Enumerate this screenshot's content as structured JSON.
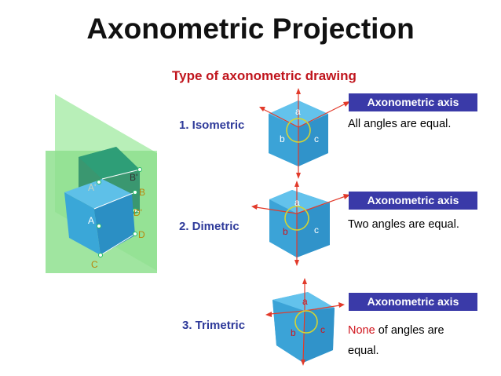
{
  "title": "Axonometric  Projection",
  "subtitle": "Type of axonometric drawing",
  "types": [
    {
      "label": "1. Isometric",
      "axis_box": "Axonometric axis",
      "description": "All angles are equal.",
      "a": "a",
      "b": "b",
      "c": "c"
    },
    {
      "label": "2. Dimetric",
      "axis_box": "Axonometric axis",
      "description": "Two angles are equal.",
      "a": "a",
      "b": "b",
      "c": "c"
    },
    {
      "label": "3. Trimetric",
      "axis_box": "Axonometric axis",
      "description_highlight": "None",
      "description_rest": " of angles are",
      "description_line2": "equal.",
      "a": "a",
      "b": "b",
      "c": "c"
    }
  ],
  "left_figure": {
    "labels": {
      "A_prime": "A'",
      "B_prime": "B'",
      "B": "B",
      "A": "A",
      "D_prime": "D'",
      "D": "D",
      "C": "C"
    }
  },
  "colors": {
    "title": "#111111",
    "subtitle": "#c0141c",
    "type_label": "#2e3a9a",
    "axis_box": "#3a3aa8",
    "highlight": "#d0141c",
    "axis_arrow": "#e23a2a",
    "angle_arc": "#d4d432",
    "plane": "#8fe08f",
    "cube": "#3aa7d8"
  }
}
